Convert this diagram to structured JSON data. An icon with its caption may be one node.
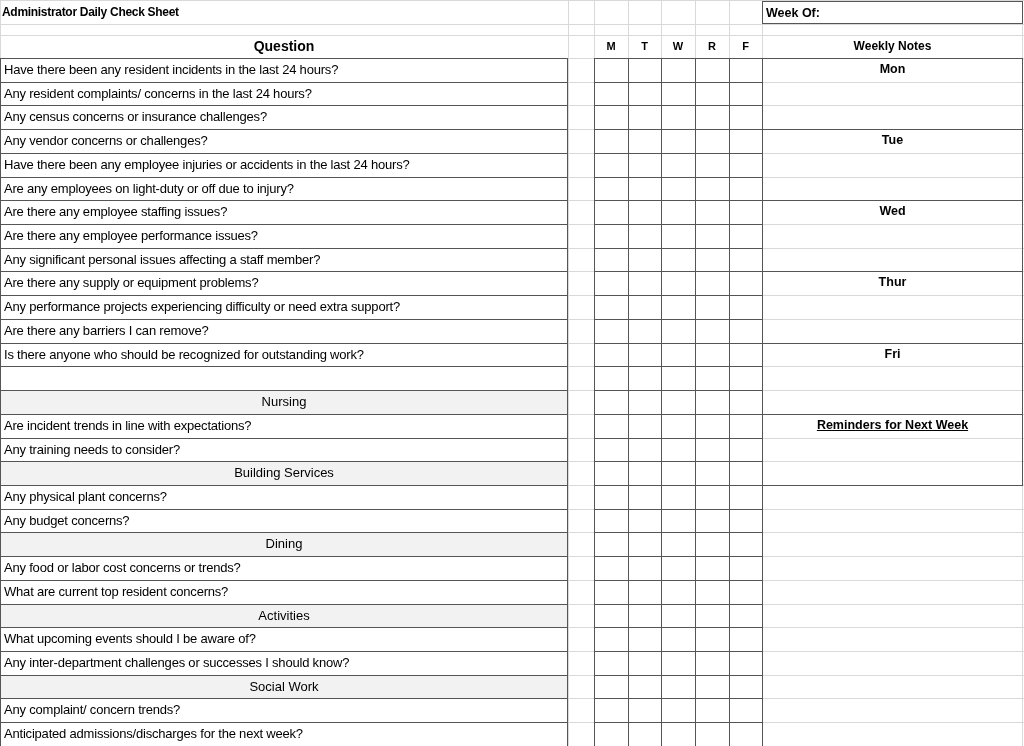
{
  "diagram": {
    "title": "Administrator Daily Check Sheet",
    "labels": [
      "Week Of:",
      "Question",
      "M",
      "T",
      "W",
      "R",
      "F",
      "Weekly Notes",
      "Have there been any resident incidents in the last 24 hours?",
      "Mon",
      "Any resident complaints/ concerns in the last 24 hours?",
      "Any census concerns or insurance challenges?",
      "Any vendor concerns or challenges?",
      "Tue",
      "Have there been any employee injuries or accidents in the last 24 hours?",
      "Are any employees on light-duty or off due to injury?",
      "Are there any employee staffing issues?",
      "Wed",
      "Are there any employee performance issues?",
      "Any significant personal issues affecting a staff member?",
      "Are there any supply or equipment problems?",
      "Thur",
      "Any performance projects experiencing difficulty or need extra support?",
      "Are there any barriers I can remove?",
      "Is there anyone who should be recognized for outstanding work?",
      "Fri",
      "Nursing",
      "Are incident trends in line with expectations?",
      "Reminders for Next Week",
      "Any training needs to consider?",
      "Building Services",
      "Any physical plant concerns?",
      "Any budget concerns?",
      "Dining",
      "Any food or labor cost concerns or trends?",
      "What are current top resident concerns?",
      "Activities",
      "What upcoming events should I be aware of?",
      "Any inter-department challenges or successes I should know?",
      "Social Work",
      "Any complaint/ concern trends?",
      "Anticipated admissions/discharges for the next week?"
    ]
  }
}
